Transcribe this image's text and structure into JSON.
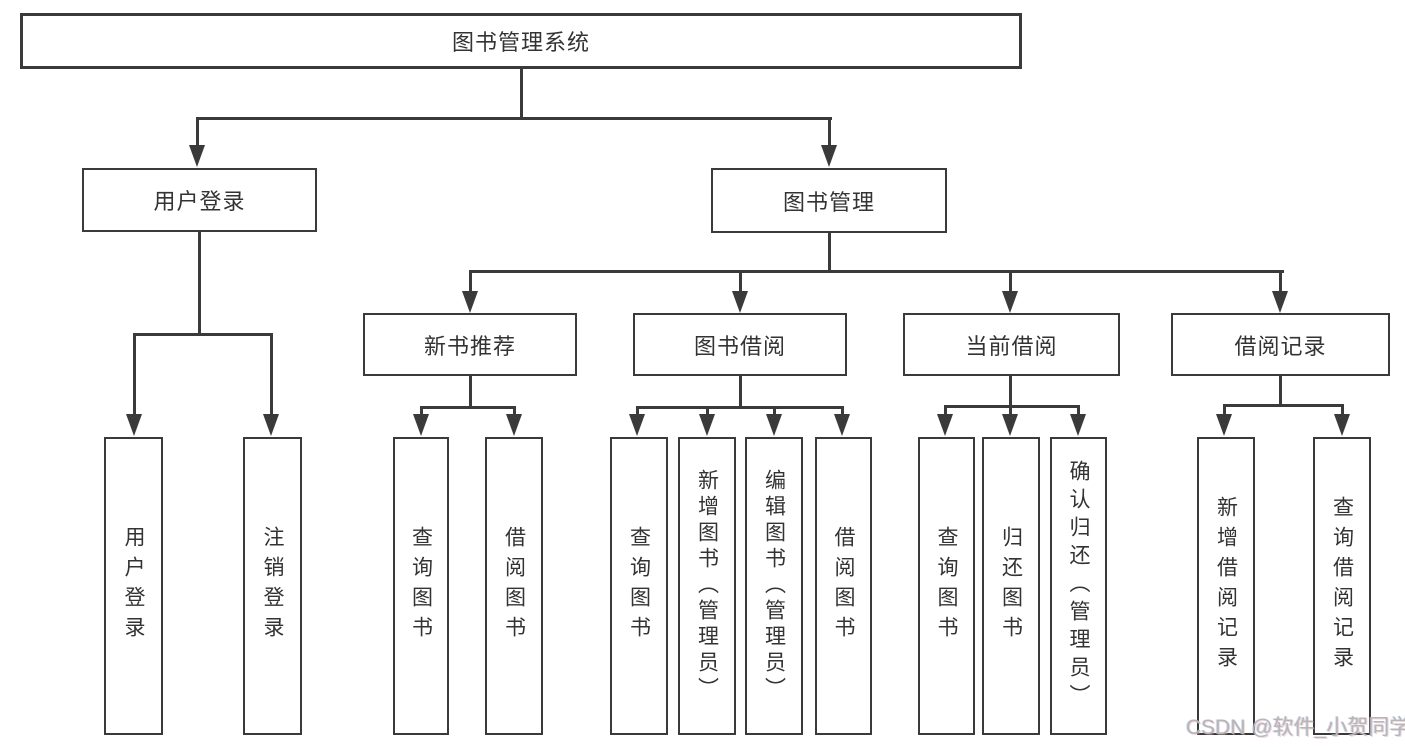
{
  "diagram": {
    "type": "hierarchy-tree",
    "orientation": "top-down"
  },
  "colors": {
    "line": "#3a3a3a",
    "text": "#333333",
    "background": "#ffffff",
    "watermark": "#b4b6ba"
  },
  "tree": {
    "root": {
      "label": "图书管理系统"
    },
    "level2": [
      {
        "label": "用户登录",
        "children": [
          {
            "label": "用户登录"
          },
          {
            "label": "注销登录"
          }
        ]
      },
      {
        "label": "图书管理",
        "children": [
          {
            "label": "新书推荐",
            "children": [
              {
                "label": "查询图书"
              },
              {
                "label": "借阅图书"
              }
            ]
          },
          {
            "label": "图书借阅",
            "children": [
              {
                "label": "查询图书"
              },
              {
                "label": "新增图书（管理员）"
              },
              {
                "label": "编辑图书（管理员）"
              },
              {
                "label": "借阅图书"
              }
            ]
          },
          {
            "label": "当前借阅",
            "children": [
              {
                "label": "查询图书"
              },
              {
                "label": "归还图书"
              },
              {
                "label": "确认归还（管理员）"
              }
            ]
          },
          {
            "label": "借阅记录",
            "children": [
              {
                "label": "新增借阅记录"
              },
              {
                "label": "查询借阅记录"
              }
            ]
          }
        ]
      }
    ]
  },
  "watermark": "CSDN @软件_小贺同学"
}
